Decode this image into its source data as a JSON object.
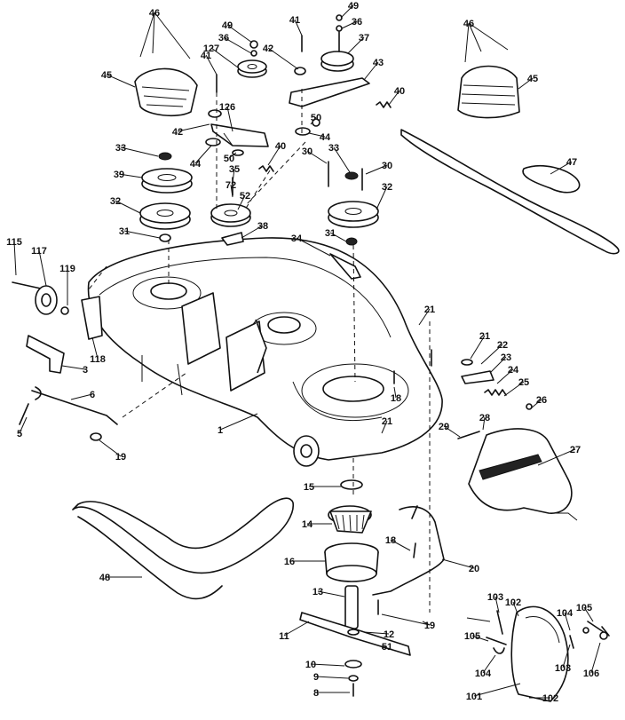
{
  "diagram": {
    "callouts": [
      "1",
      "3",
      "5",
      "6",
      "8",
      "9",
      "10",
      "11",
      "12",
      "13",
      "14",
      "15",
      "16",
      "18",
      "19",
      "20",
      "21",
      "22",
      "23",
      "24",
      "25",
      "26",
      "27",
      "28",
      "29",
      "30",
      "31",
      "32",
      "33",
      "34",
      "35",
      "36",
      "37",
      "38",
      "39",
      "40",
      "41",
      "42",
      "43",
      "44",
      "45",
      "46",
      "47",
      "48",
      "49",
      "50",
      "51",
      "52",
      "72",
      "101",
      "102",
      "103",
      "104",
      "105",
      "106",
      "115",
      "117",
      "118",
      "119",
      "126",
      "127"
    ]
  }
}
